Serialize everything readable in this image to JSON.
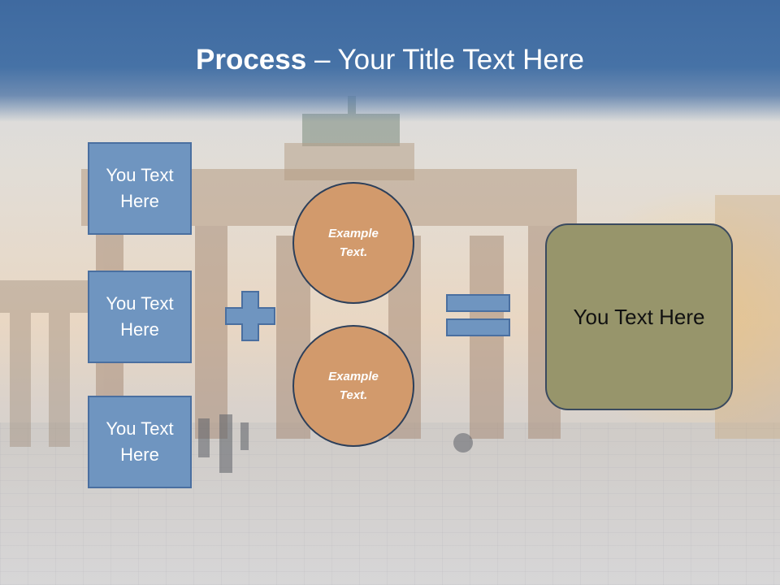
{
  "title": {
    "bold": "Process",
    "rest": " – Your Title Text Here"
  },
  "left_boxes": [
    {
      "label": "You Text Here"
    },
    {
      "label": "You Text Here"
    },
    {
      "label": "You Text Here"
    }
  ],
  "circles": [
    {
      "label": "Example Text."
    },
    {
      "label": "Example Text."
    }
  ],
  "operators": {
    "plus": "plus-sign",
    "equals": "equals-sign"
  },
  "result": {
    "label": "You Text Here"
  },
  "colors": {
    "title_bar": "#4672a6",
    "box_fill": "#6f95c0",
    "circle_fill": "#d29a6c",
    "result_fill": "#97956b"
  }
}
